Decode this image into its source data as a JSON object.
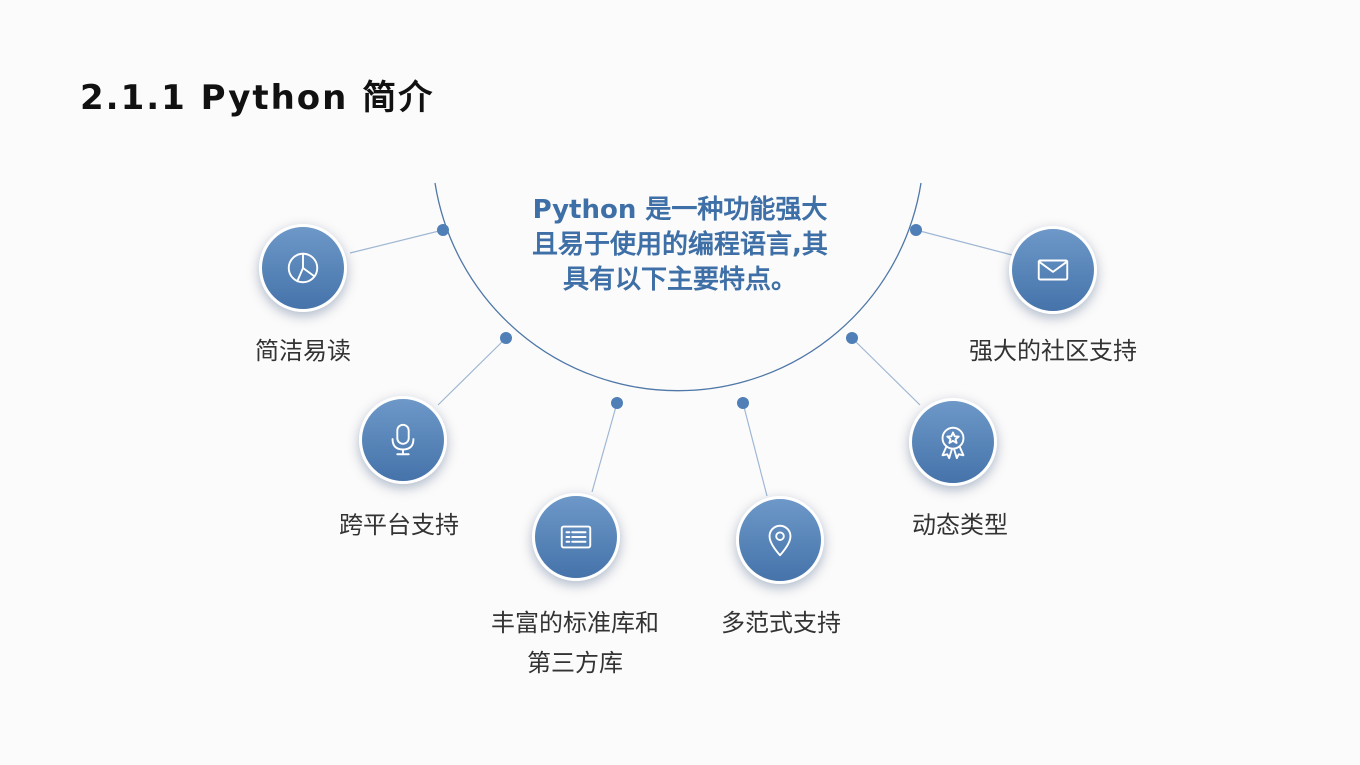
{
  "title": "2.1.1 Python 简介",
  "center": {
    "text": "Python 是一种功能强大且易于使用的编程语言,其具有以下主要特点。"
  },
  "features": [
    {
      "label": "简洁易读",
      "icon": "pie-chart-icon"
    },
    {
      "label": "跨平台支持",
      "icon": "microphone-icon"
    },
    {
      "label": "丰富的标准库和\n第三方库",
      "icon": "list-card-icon"
    },
    {
      "label": "多范式支持",
      "icon": "location-pin-icon"
    },
    {
      "label": "动态类型",
      "icon": "award-badge-icon"
    },
    {
      "label": "强大的社区支持",
      "icon": "mail-icon"
    }
  ],
  "colors": {
    "accent": "#3e6fa6",
    "circle_top": "#6d98c8",
    "circle_bottom": "#4573aa",
    "connector": "#9fb7d3",
    "arc": "#4f78a8"
  }
}
